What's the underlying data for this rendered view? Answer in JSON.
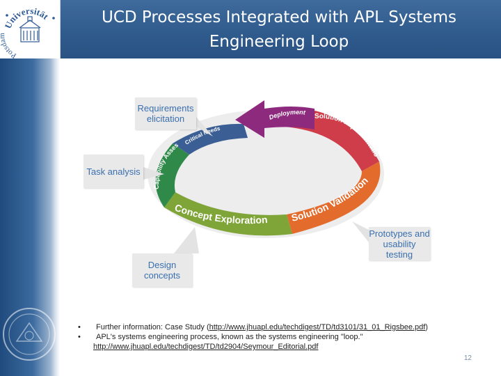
{
  "header": {
    "title_line1": "UCD Processes Integrated with APL Systems",
    "title_line2": "Engineering Loop",
    "logo_text": "Universität Potsdam",
    "colors": {
      "bar": "#2f5a8c",
      "band": "#1f4a7d"
    }
  },
  "diagram": {
    "segments": [
      {
        "label": "Deployment",
        "color": "#8e2a7e"
      },
      {
        "label": "Solution Implementation",
        "color": "#cf3d4a"
      },
      {
        "label": "Solution Validation",
        "color": "#e36b2c"
      },
      {
        "label": "Concept Exploration",
        "color": "#7fa438"
      },
      {
        "label": "Capability Assessment",
        "color": "#2f8a4a"
      },
      {
        "label": "Critical Needs",
        "color": "#3b5f95"
      }
    ],
    "callouts": {
      "requirements": [
        "Requirements",
        "elicitation"
      ],
      "task": [
        "Task analysis"
      ],
      "prototypes": [
        "Prototypes and",
        "usability testing"
      ],
      "design": [
        "Design",
        "concepts"
      ]
    }
  },
  "footer": {
    "bullet1_prefix": "Further information: Case Study (",
    "bullet1_link": "http://www.jhuapl.edu/techdigest/TD/td3101/31_01_Rigsbee.pdf",
    "bullet1_suffix": ")",
    "bullet2_text": "APL's systems engineering process, known as the systems engineering \"loop.\"",
    "bullet2_link": "http://www.jhuapl.edu/techdigest/TD/td2904/Seymour_Editorial.pdf",
    "bullet_symbol": "•",
    "page_number": "12"
  }
}
